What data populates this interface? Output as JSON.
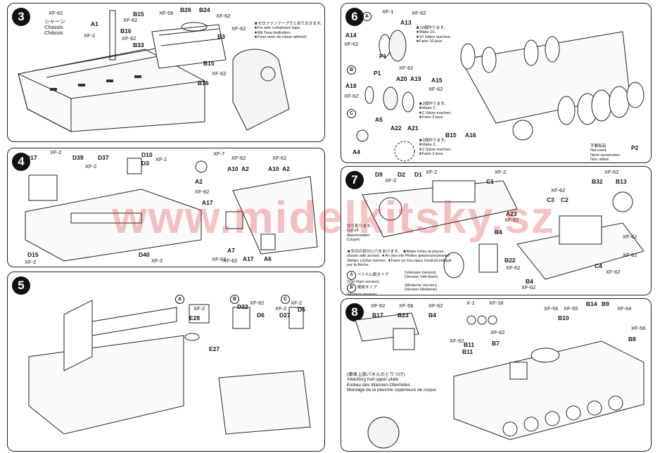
{
  "watermark": "www.midelkitsky.sz",
  "step3": {
    "num": "3",
    "parts": [
      "A1",
      "B16",
      "B15",
      "B33",
      "B26",
      "B24",
      "B3",
      "B15",
      "B16"
    ],
    "paints": [
      "XF-62",
      "XF-2",
      "XF-62",
      "XF-62",
      "XF-56",
      "XF-62",
      "XF-62",
      "XF-62"
    ],
    "chassis": "シャーシ\nChassis\nChâssis",
    "note": "★セロファンテープでとめておきます。\n★Fix with cellophane tape.\n★Mit Tesa festhalten.\n★Fixer avec du ruban adhésif."
  },
  "step4": {
    "num": "4",
    "parts": [
      "D17",
      "D39",
      "D37",
      "D10",
      "D3",
      "A2",
      "A10",
      "A2",
      "A10",
      "A2",
      "A17",
      "A7",
      "A17",
      "A6",
      "D15",
      "D40"
    ],
    "paints": [
      "XF-2",
      "XF-2",
      "XF-2",
      "XF-7",
      "XF-62",
      "XF-62",
      "XF-62",
      "XF-62",
      "XF-62",
      "XF-2",
      "XF-2"
    ]
  },
  "step5": {
    "num": "5",
    "parts": [
      "E28",
      "E27",
      "D22",
      "D6",
      "D27",
      "D5"
    ],
    "paints": [
      "XF-2",
      "XF-62",
      "XF-2",
      "XF-2"
    ],
    "markers": [
      "A",
      "B",
      "C"
    ]
  },
  "step6": {
    "num": "6",
    "parts": [
      "A14",
      "A13",
      "P1",
      "A18",
      "P1",
      "A20",
      "A19",
      "A15",
      "A5",
      "A22",
      "A21",
      "A4",
      "B15",
      "A16",
      "P2"
    ],
    "paints": [
      "XF-1",
      "XF-62",
      "XF-62",
      "XF-62",
      "XF-62",
      "XF-62"
    ],
    "note1": "★10個作ります。\n★Make 10.\n★10 Sätze machen.\n★Faire 10 jeux.",
    "note2": "★2個作ります。\n★Make 2.\n★2 Sätze machen.\n★Faire 2 jeux.",
    "note3": "★2個作ります。\n★Make 2.\n★2 Sätze machen.\n★Faire 2 jeux.",
    "notused": "不要部品\nNot used.\nNicht verwenden.\nNon utilisé.",
    "markers": [
      "A",
      "B",
      "C"
    ]
  },
  "step7": {
    "num": "7",
    "parts": [
      "D9",
      "D2",
      "D1",
      "C1",
      "B32",
      "B13",
      "C3",
      "C2",
      "A23",
      "B4",
      "B22",
      "B4",
      "C4"
    ],
    "paints": [
      "XF-2",
      "XF-2",
      "XF-2",
      "XF-62",
      "XF-62",
      "XF-62",
      "XF-62",
      "XF-62",
      "XF-62",
      "XF-62",
      "XF-62"
    ],
    "cut": "切り取ります。\nCut off.\nAbschneiden.\nCouper.",
    "holes": "★矢印の部分に穴をあけます。\n★Make holes at places shown with arrows.\n★An den mit Pfeilen gekennzeichneten Stellen Löcher bohren.\n★Faire un trou dans l'endroit indiqué par la flèche.",
    "versionA": "ベトナム戦タイプ\n(Viet Nam version)",
    "versionA2": "(Vietnam-Version)\n(Version Viêt-Nam)",
    "versionB": "現用タイプ\n(Modern version)",
    "versionB2": "(Moderne Version)\n(Version Moderne)"
  },
  "step8": {
    "num": "8",
    "parts": [
      "B17",
      "B23",
      "B4",
      "B11",
      "B7",
      "B11",
      "B10",
      "B14",
      "B9",
      "B8"
    ],
    "paints": [
      "XF-62",
      "XF-56",
      "XF-62",
      "X-1",
      "XF-16",
      "XF-62",
      "XF-62",
      "XF-56",
      "XF-55",
      "XF-64",
      "XF-56"
    ],
    "title": "(車体上部パネルのとりつけ)\nAttaching hull upper plate\nEinbau des Wannen-Oberteiles\nMontage de la planche supérieure de coque"
  }
}
